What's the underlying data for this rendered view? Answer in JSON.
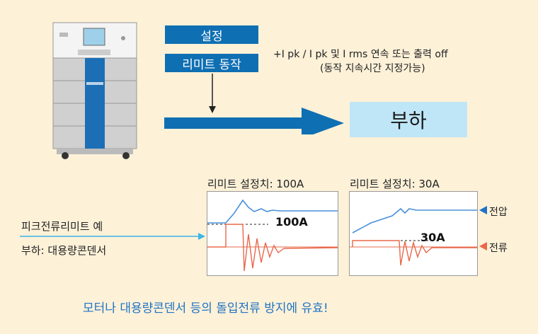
{
  "setting_label": "설정",
  "limit_label": "리미트 동작",
  "action_line1": "+I pk  /   I pk 및 I rms 연속 또는 출력 off",
  "action_line2": "(동작 지속시간 지정가능)",
  "load_label": "부하",
  "example_title": "피크전류리미트 예",
  "example_load": "부하: 대용량콘덴서",
  "chart_left_title": "리미트 설정치: 100A",
  "chart_right_title": "리미트 설정치: 30A",
  "left_limit_value": "100A",
  "right_limit_value": "30A",
  "voltage_label": "전압",
  "current_label": "전류",
  "footer_text": "모터나 대용량콘덴서 등의 돌입전류 방지에 유효!",
  "colors": {
    "background": "#fdf1d8",
    "accent_blue": "#0f6fb3",
    "load_fill": "#bfe6f7",
    "voltage_trace": "#4a90d9",
    "current_trace": "#e8684a"
  }
}
